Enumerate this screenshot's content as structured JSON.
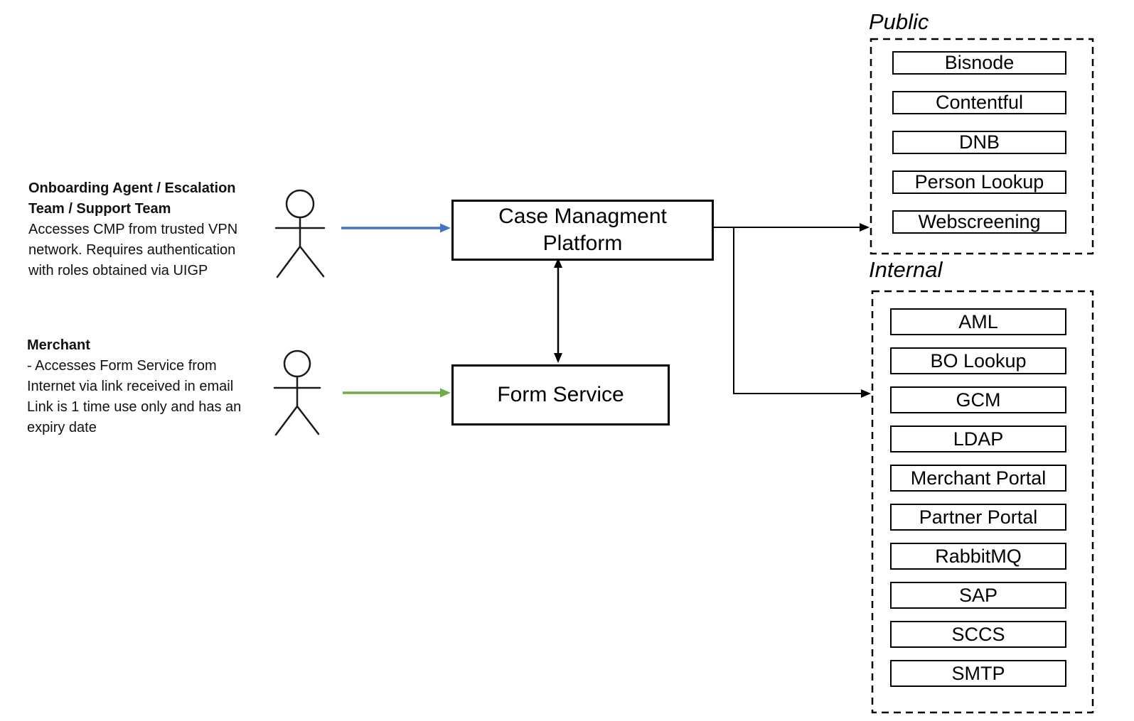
{
  "diagram": {
    "actors": [
      {
        "name_lines": [
          "Onboarding Agent / Escalation",
          "Team / Support Team"
        ],
        "description_lines": [
          "Accesses CMP from trusted VPN",
          "network. Requires authentication",
          "with roles obtained via UIGP"
        ]
      },
      {
        "name_lines": [
          "Merchant"
        ],
        "description_lines": [
          "- Accesses Form Service from",
          "Internet via link received in email",
          "Link is 1 time use only and has an",
          "expiry date"
        ]
      }
    ],
    "nodes": {
      "cmp": {
        "label_lines": [
          "Case Managment",
          "Platform"
        ]
      },
      "form_service": {
        "label": "Form Service"
      }
    },
    "groups": [
      {
        "title": "Public",
        "items": [
          "Bisnode",
          "Contentful",
          "DNB",
          "Person Lookup",
          "Webscreening"
        ]
      },
      {
        "title": "Internal",
        "items": [
          "AML",
          "BO Lookup",
          "GCM",
          "LDAP",
          "Merchant Portal",
          "Partner Portal",
          "RabbitMQ",
          "SAP",
          "SCCS",
          "SMTP"
        ]
      }
    ],
    "colors": {
      "onboarding_arrow": "#4472C4",
      "merchant_arrow": "#70AD47",
      "connector": "#000000"
    }
  }
}
